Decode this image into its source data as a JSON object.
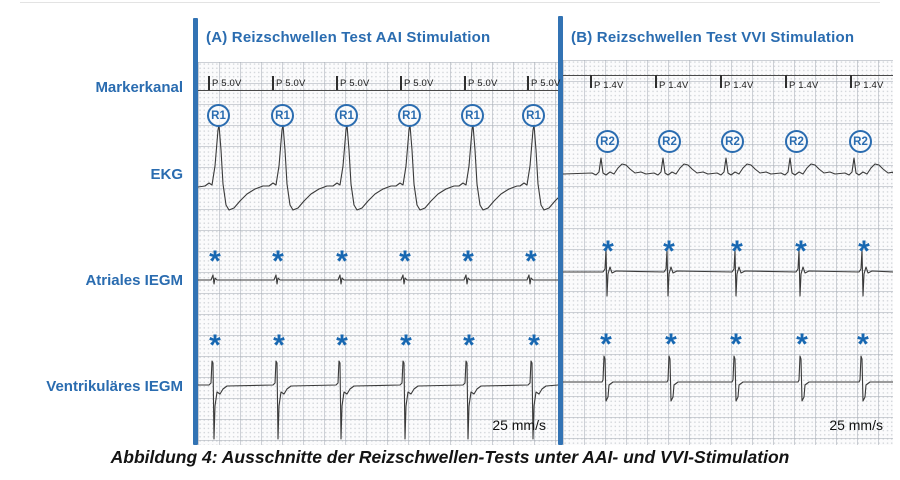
{
  "caption": "Abbildung 4: Ausschnitte der Reizschwellen-Tests unter AAI- und VVI-Stimulation",
  "row_labels": {
    "marker": "Markerkanal",
    "ekg": "EKG",
    "atrial": "Atriales IEGM",
    "ventricular": "Ventrikuläres IEGM"
  },
  "panel_a": {
    "title": "(A) Reizschwellen Test AAI Stimulation",
    "marker_label": "P 5.0V",
    "beat_label": "R1",
    "asterisk": "*",
    "speed": "25 mm/s"
  },
  "panel_b": {
    "title": "(B) Reizschwellen Test VVI Stimulation",
    "marker_label": "P 1.4V",
    "beat_label": "R2",
    "asterisk": "*",
    "speed": "25 mm/s"
  },
  "colors": {
    "accent_blue": "#2a6cb0",
    "asterisk_blue": "#1767b1",
    "divider_blue": "#3273b4",
    "trace": "#3a3a3a"
  }
}
